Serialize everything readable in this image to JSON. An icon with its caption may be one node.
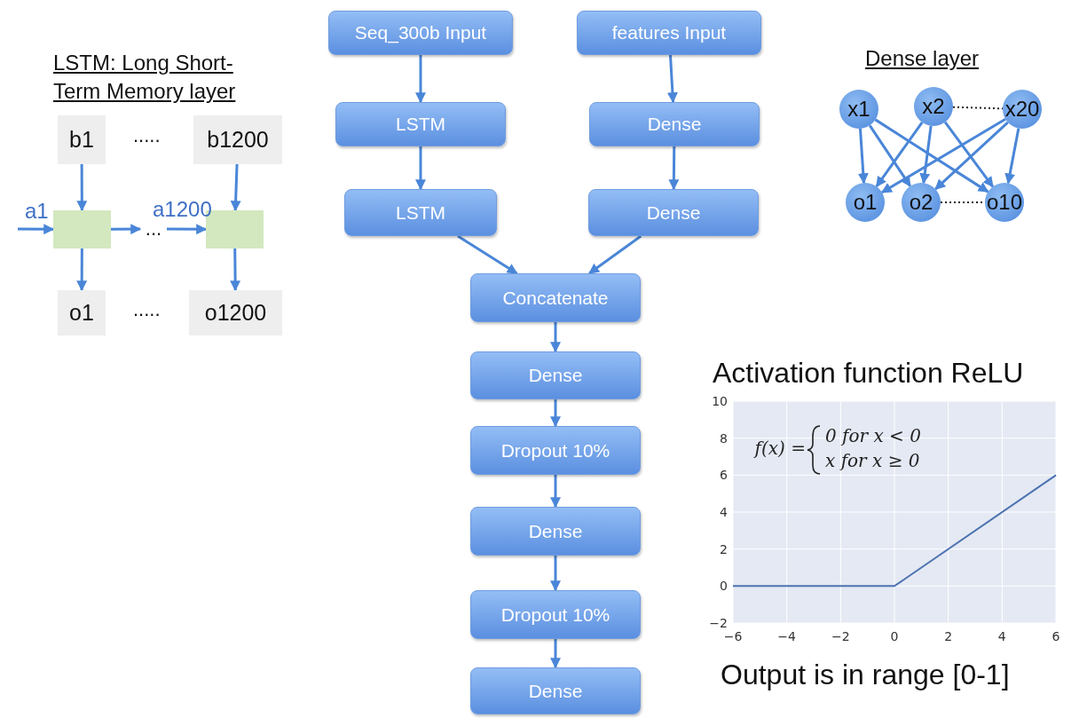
{
  "diagram": {
    "nodes": [
      {
        "text": [
          "Seq_300b Input"
        ]
      },
      {
        "text": [
          "features Input"
        ]
      },
      {
        "text": [
          "LSTM"
        ]
      },
      {
        "text": [
          "Dense"
        ]
      },
      {
        "text": [
          "LSTM"
        ]
      },
      {
        "text": [
          "Dense"
        ]
      },
      {
        "text": [
          "Concatenate"
        ]
      },
      {
        "text": [
          "Dense"
        ]
      },
      {
        "text": [
          "Dropout 10%"
        ]
      },
      {
        "text": [
          "Dense"
        ]
      },
      {
        "text": [
          "Dropout 10%"
        ]
      },
      {
        "text": [
          "Dense"
        ]
      },
      {
        "text": [
          "b1"
        ]
      },
      {
        "text": [
          "b1200"
        ]
      },
      {
        "text": [],
        "shape": "box"
      },
      {
        "text": [],
        "shape": "box"
      },
      {
        "text": [
          "o1"
        ]
      },
      {
        "text": [
          "o1200"
        ]
      },
      {
        "text": [
          "x1"
        ]
      },
      {
        "text": [
          "x2"
        ]
      },
      {
        "text": [
          "x20"
        ]
      },
      {
        "text": [
          "o1"
        ]
      },
      {
        "text": [
          "o2"
        ]
      },
      {
        "text": [
          "o10"
        ]
      },
      {
        "text": [
          "..."
        ]
      }
    ],
    "edges": [
      {
        "from": 0,
        "to": 2,
        "arrow": "to"
      },
      {
        "from": 2,
        "to": 4,
        "arrow": "to"
      },
      {
        "from": 1,
        "to": 3,
        "arrow": "to"
      },
      {
        "from": 3,
        "to": 5,
        "arrow": "to"
      },
      {
        "from": 4,
        "to": 6,
        "arrow": "to"
      },
      {
        "from": 5,
        "to": 6,
        "arrow": "to"
      },
      {
        "from": 6,
        "to": 7,
        "arrow": "to"
      },
      {
        "from": 7,
        "to": 8,
        "arrow": "to"
      },
      {
        "from": 8,
        "to": 9,
        "arrow": "to"
      },
      {
        "from": 9,
        "to": 10,
        "arrow": "to"
      },
      {
        "from": 10,
        "to": 11,
        "arrow": "to"
      },
      {
        "from": 12,
        "to": 14,
        "arrow": "to"
      },
      {
        "from": 13,
        "to": 15,
        "arrow": "to"
      },
      {
        "from": 14,
        "to": 16,
        "arrow": "to"
      },
      {
        "from": 15,
        "to": 17,
        "arrow": "to"
      },
      {
        "from": null,
        "to": 14,
        "arrow": "to",
        "label": "a1"
      },
      {
        "from": 14,
        "to": 24,
        "arrow": "to"
      },
      {
        "from": 24,
        "to": 15,
        "arrow": "to",
        "label": "a1200"
      },
      {
        "from": 18,
        "to": 21,
        "arrow": "to"
      },
      {
        "from": 18,
        "to": 22,
        "arrow": "to"
      },
      {
        "from": 18,
        "to": 23,
        "arrow": "to"
      },
      {
        "from": 19,
        "to": 21,
        "arrow": "to"
      },
      {
        "from": 19,
        "to": 22,
        "arrow": "to"
      },
      {
        "from": 19,
        "to": 23,
        "arrow": "to"
      },
      {
        "from": 20,
        "to": 21,
        "arrow": "to"
      },
      {
        "from": 20,
        "to": 22,
        "arrow": "to"
      },
      {
        "from": 20,
        "to": 23,
        "arrow": "to"
      },
      {
        "from": 19,
        "to": 20,
        "arrow": "none",
        "style": "dashed",
        "color": "#222222"
      },
      {
        "from": 22,
        "to": 23,
        "arrow": "none",
        "style": "dashed",
        "color": "#222222"
      }
    ],
    "labels": [
      "LSTM: Long Short-Term Memory layer",
      "Dense layer",
      ".....",
      ".....",
      "Output is in range [0-1]"
    ],
    "chart_data": {
      "type": "line",
      "title": "Activation function ReLU",
      "x": [
        -6,
        0,
        6
      ],
      "series": [
        {
          "color": "#4c72b0",
          "values": [
            0,
            0,
            6
          ]
        }
      ],
      "xlim": [
        -6,
        6
      ],
      "ylim": [
        -2,
        10
      ],
      "grid": true,
      "xticks": [
        -6,
        -4,
        -2,
        0,
        2,
        4,
        6
      ],
      "yticks": [
        -2,
        0,
        2,
        4,
        6,
        8,
        10
      ],
      "annotations": [
        "f(x) =",
        "0 for x < 0",
        "x for x ≥ 0"
      ]
    }
  }
}
